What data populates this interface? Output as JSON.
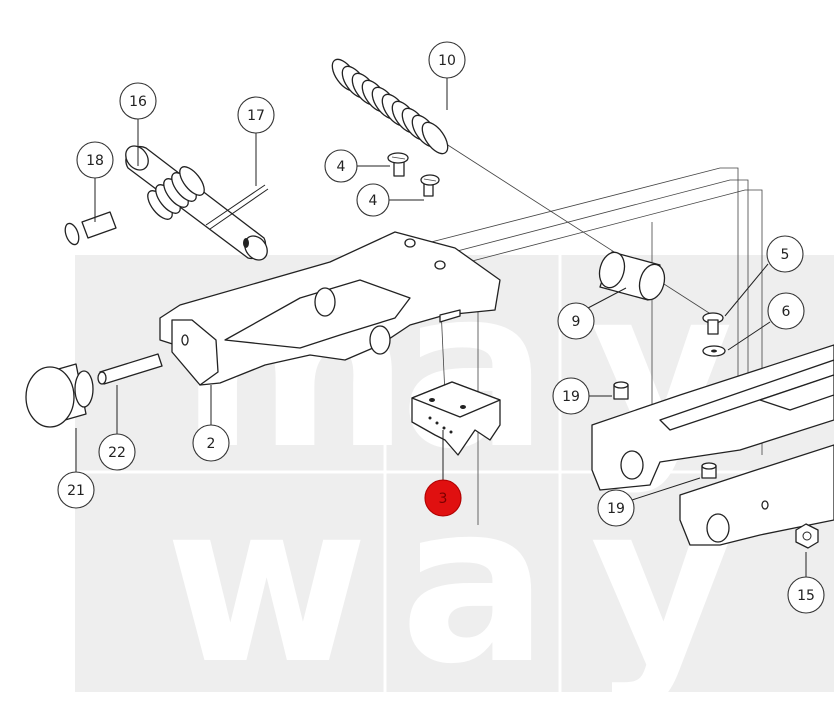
{
  "watermark": {
    "letters": [
      "m",
      "a",
      "y",
      "w",
      "a",
      "y"
    ]
  },
  "colors": {
    "highlight": "#e01010",
    "line": "#222222",
    "watermark": "#dcdcdc"
  },
  "callouts": [
    {
      "id": "c2",
      "label": "2"
    },
    {
      "id": "c3",
      "label": "3",
      "highlighted": true
    },
    {
      "id": "c4a",
      "label": "4"
    },
    {
      "id": "c4b",
      "label": "4"
    },
    {
      "id": "c5",
      "label": "5"
    },
    {
      "id": "c6",
      "label": "6"
    },
    {
      "id": "c9",
      "label": "9"
    },
    {
      "id": "c10",
      "label": "10"
    },
    {
      "id": "c15",
      "label": "15"
    },
    {
      "id": "c16",
      "label": "16"
    },
    {
      "id": "c17",
      "label": "17"
    },
    {
      "id": "c18",
      "label": "18"
    },
    {
      "id": "c19a",
      "label": "19"
    },
    {
      "id": "c19b",
      "label": "19"
    },
    {
      "id": "c21",
      "label": "21"
    },
    {
      "id": "c22",
      "label": "22"
    }
  ]
}
